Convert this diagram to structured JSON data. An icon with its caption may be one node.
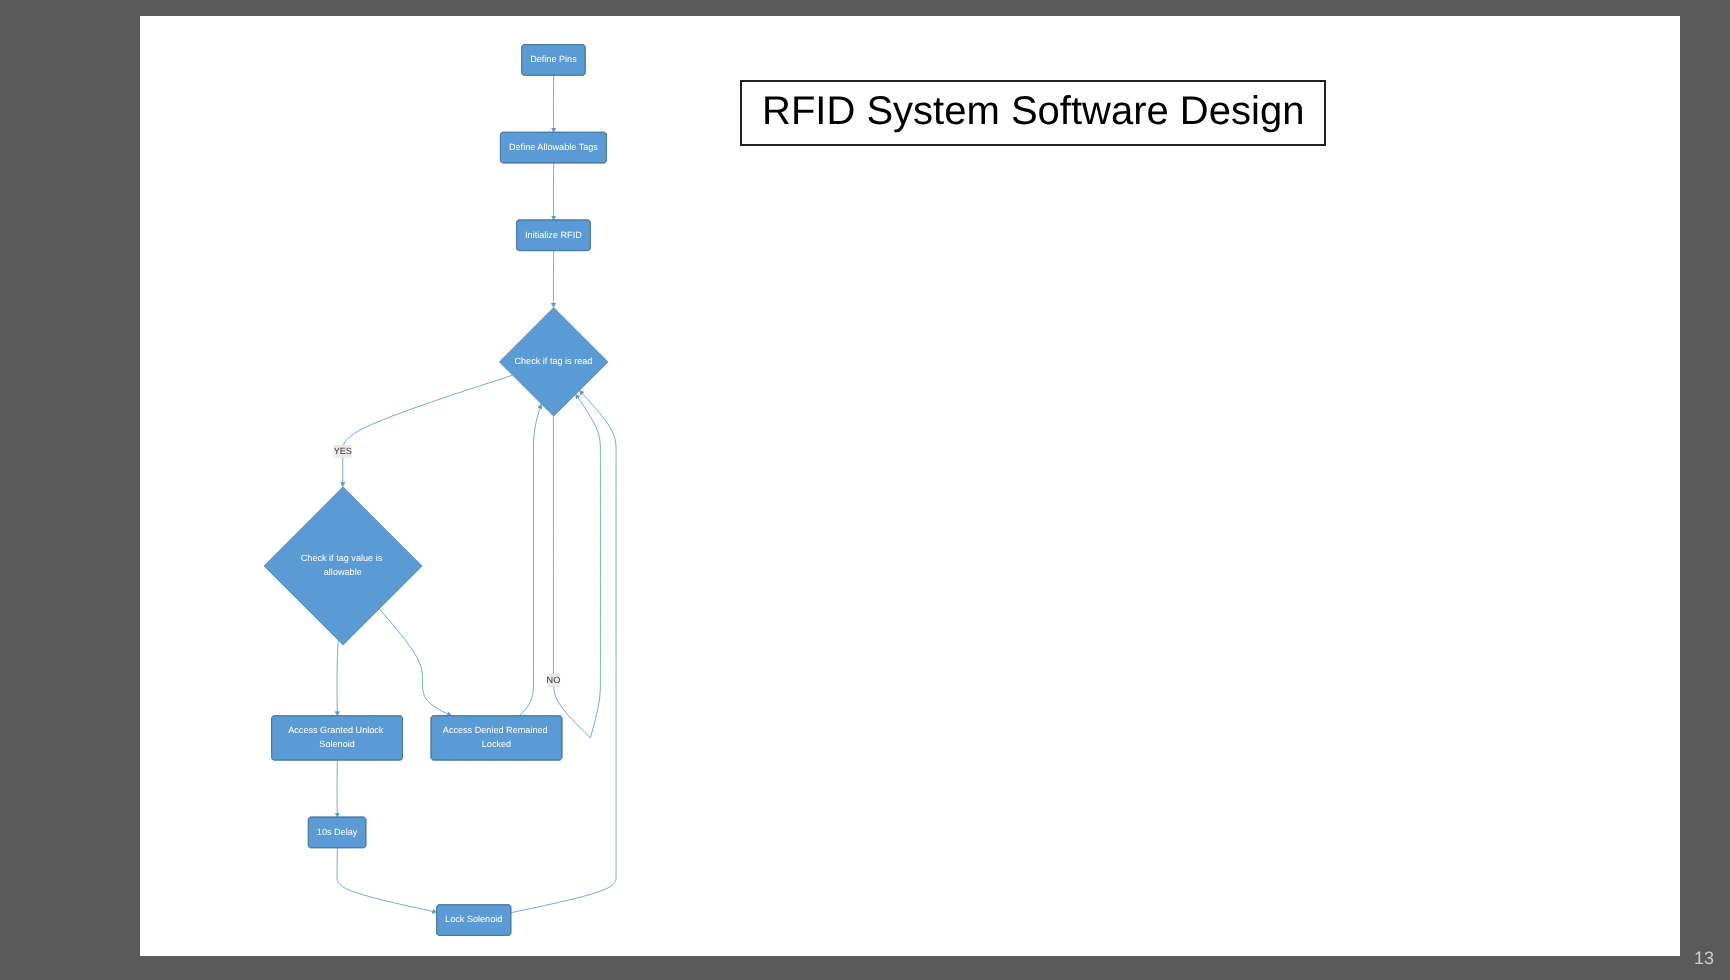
{
  "diagram": {
    "title": "RFID System Software Design",
    "nodes": [
      {
        "text": [
          "Define Pins"
        ]
      },
      {
        "text": [
          "Define Allowable Tags"
        ]
      },
      {
        "text": [
          "Initialize RFID"
        ]
      },
      {
        "text": [
          "Check if tag is read"
        ]
      },
      {
        "text": [
          "Check if tag value is allowable"
        ]
      },
      {
        "text": [
          "Access Granted Unlock Solenoid"
        ]
      },
      {
        "text": [
          "Access Denied Remained Locked"
        ]
      },
      {
        "text": [
          "10s Delay"
        ]
      },
      {
        "text": [
          "Lock Solenoid"
        ]
      }
    ],
    "edges": [
      {
        "from": 0,
        "to": 1,
        "arrow": "to"
      },
      {
        "from": 1,
        "to": 2,
        "arrow": "to"
      },
      {
        "from": 2,
        "to": 3,
        "arrow": "to"
      },
      {
        "from": 3,
        "to": 4,
        "arrow": "to",
        "label": "YES"
      },
      {
        "from": 3,
        "to": 3,
        "arrow": "to",
        "label": "NO"
      },
      {
        "from": 4,
        "to": 5,
        "arrow": "to"
      },
      {
        "from": 4,
        "to": 6,
        "arrow": "to"
      },
      {
        "from": 5,
        "to": 7,
        "arrow": "to"
      },
      {
        "from": 7,
        "to": 8,
        "arrow": "to"
      },
      {
        "from": 6,
        "to": 3,
        "arrow": "to"
      },
      {
        "from": 8,
        "to": 3,
        "arrow": "to"
      }
    ],
    "labels": [
      "13"
    ]
  }
}
